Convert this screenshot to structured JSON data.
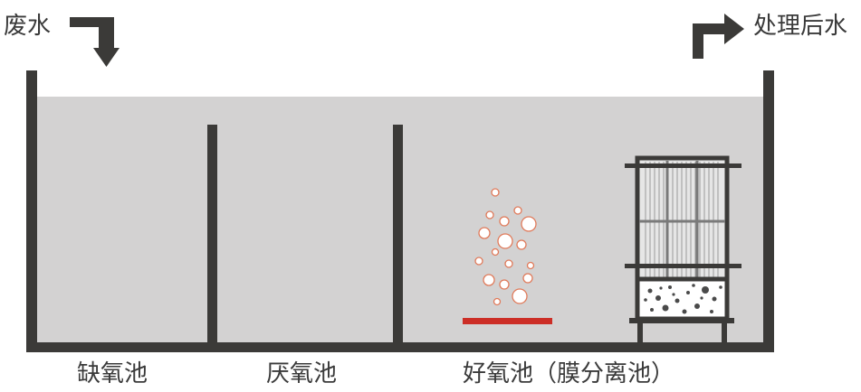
{
  "labels": {
    "inlet": "废水",
    "outlet": "处理后水",
    "tank_anoxic": "缺氧池",
    "tank_anaerobic": "厌氧池",
    "tank_aerobic": "好氧池（膜分离池）"
  },
  "colors": {
    "wall": "#3b3a38",
    "water": "#d3d2d2",
    "bubble_stroke": "#e07a5a",
    "aerator": "#cc2e26",
    "membrane_fill": "#e6e6e6",
    "sludge": "#4a4a4a"
  },
  "icons": [
    "inlet-arrow-icon",
    "outlet-arrow-icon"
  ]
}
